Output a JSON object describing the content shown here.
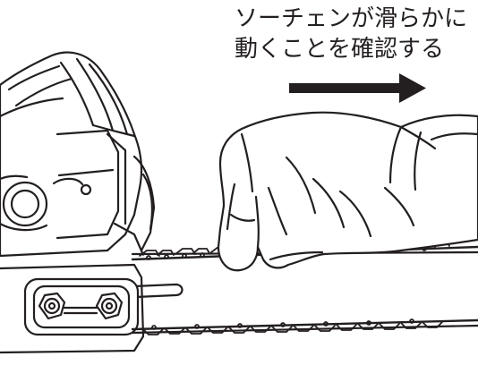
{
  "caption": {
    "line1": "ソーチェンが滑らかに",
    "line2": "動くことを確認する"
  },
  "illustration": {
    "subject": "gloved hand pulling chainsaw chain along guide bar",
    "direction_arrow": "right-arrow-icon",
    "colors": {
      "ink": "#231f20",
      "background": "#ffffff"
    }
  }
}
